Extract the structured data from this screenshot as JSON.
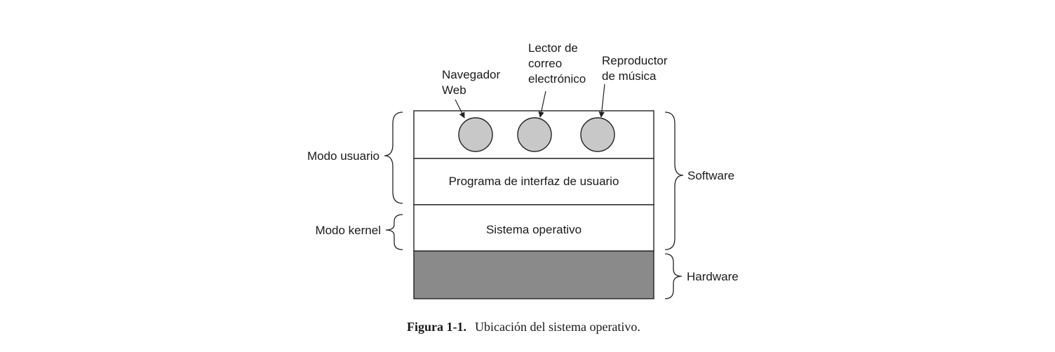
{
  "apps": {
    "browser": [
      "Navegador",
      "Web"
    ],
    "email": [
      "Lector de",
      "correo",
      "electrónico"
    ],
    "music": [
      "Reproductor",
      "de música"
    ]
  },
  "layers": {
    "ui_program": "Programa de interfaz de usuario",
    "os": "Sistema operativo"
  },
  "left_labels": {
    "user_mode": "Modo usuario",
    "kernel_mode": "Modo kernel"
  },
  "right_labels": {
    "software": "Software",
    "hardware": "Hardware"
  },
  "caption": {
    "number": "Figura 1-1.",
    "text": "Ubicación del sistema operativo."
  },
  "colors": {
    "app_circle": "#c8c8c8",
    "hardware_fill": "#8a8a8a",
    "line": "#222222"
  }
}
